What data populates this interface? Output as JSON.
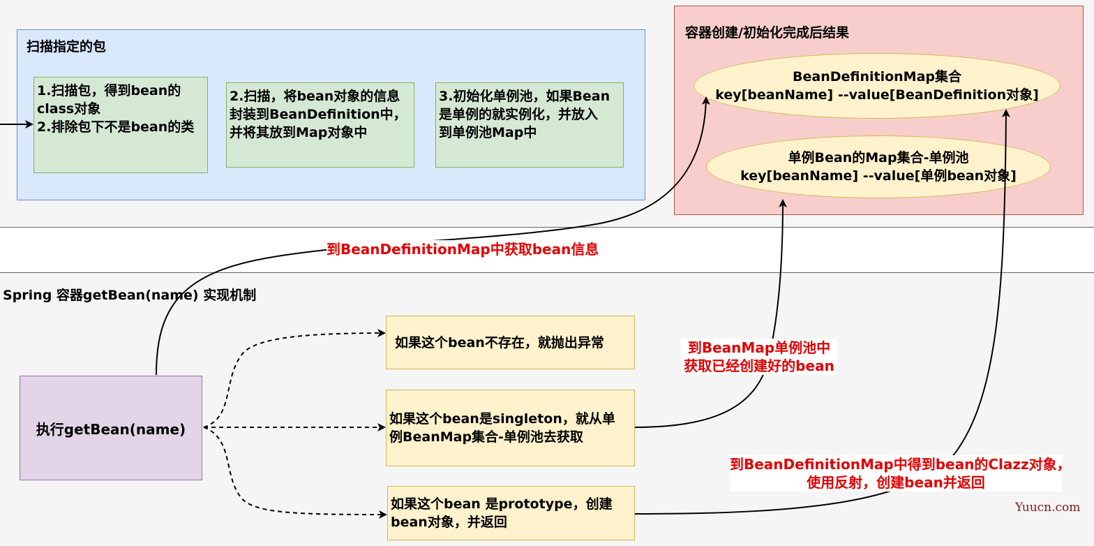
{
  "top_section": {
    "scan_group": {
      "title": "扫描指定的包",
      "step1": {
        "line1": "1.扫描包，得到bean的",
        "line2": "class对象",
        "line3": "2.排除包下不是bean的类"
      },
      "step2": {
        "line1": "2.扫描，将bean对象的信息",
        "line2": "封装到BeanDefinition中，",
        "line3": "并将其放到Map对象中"
      },
      "step3": {
        "line1": "3.初始化单例池，如果Bean",
        "line2": "是单例的就实例化，并放入",
        "line3": "到单例池Map中"
      }
    },
    "result_group": {
      "title": "容器创建/初始化完成后结果",
      "bdmap": {
        "line1": "BeanDefinitionMap集合",
        "line2": "key[beanName] --value[BeanDefinition对象]"
      },
      "singleton_map": {
        "line1": "单例Bean的Map集合-单例池",
        "line2": "key[beanName] --value[单例bean对象]"
      }
    }
  },
  "bottom_section": {
    "title": "Spring 容器getBean(name) 实现机制",
    "start": "执行getBean(name)",
    "case_missing": {
      "line1": "如果这个bean不存在，就抛出异常"
    },
    "case_singleton": {
      "line1": "如果这个bean是singleton，就从单",
      "line2": "例BeanMap集合-单例池去获取"
    },
    "case_prototype": {
      "line1": "如果这个bean 是prototype，创建",
      "line2": "bean对象，并返回"
    }
  },
  "edge_labels": {
    "get_info": "到BeanDefinitionMap中获取bean信息",
    "singleton_get": {
      "line1": "到BeanMap单例池中",
      "line2": "获取已经创建好的bean"
    },
    "prototype_create": {
      "line1": "到BeanDefinitionMap中得到bean的Clazz对象，",
      "line2": "使用反射，创建bean并返回"
    }
  },
  "watermark": "Yuucn.com",
  "colors": {
    "blue_fill": "#dae8fc",
    "green_fill": "#d5e8d4",
    "red_fill": "#f8cecc",
    "yellow_fill": "#fff2cc",
    "purple_fill": "#e1d5e7",
    "edge_label_text": "#e00000"
  }
}
